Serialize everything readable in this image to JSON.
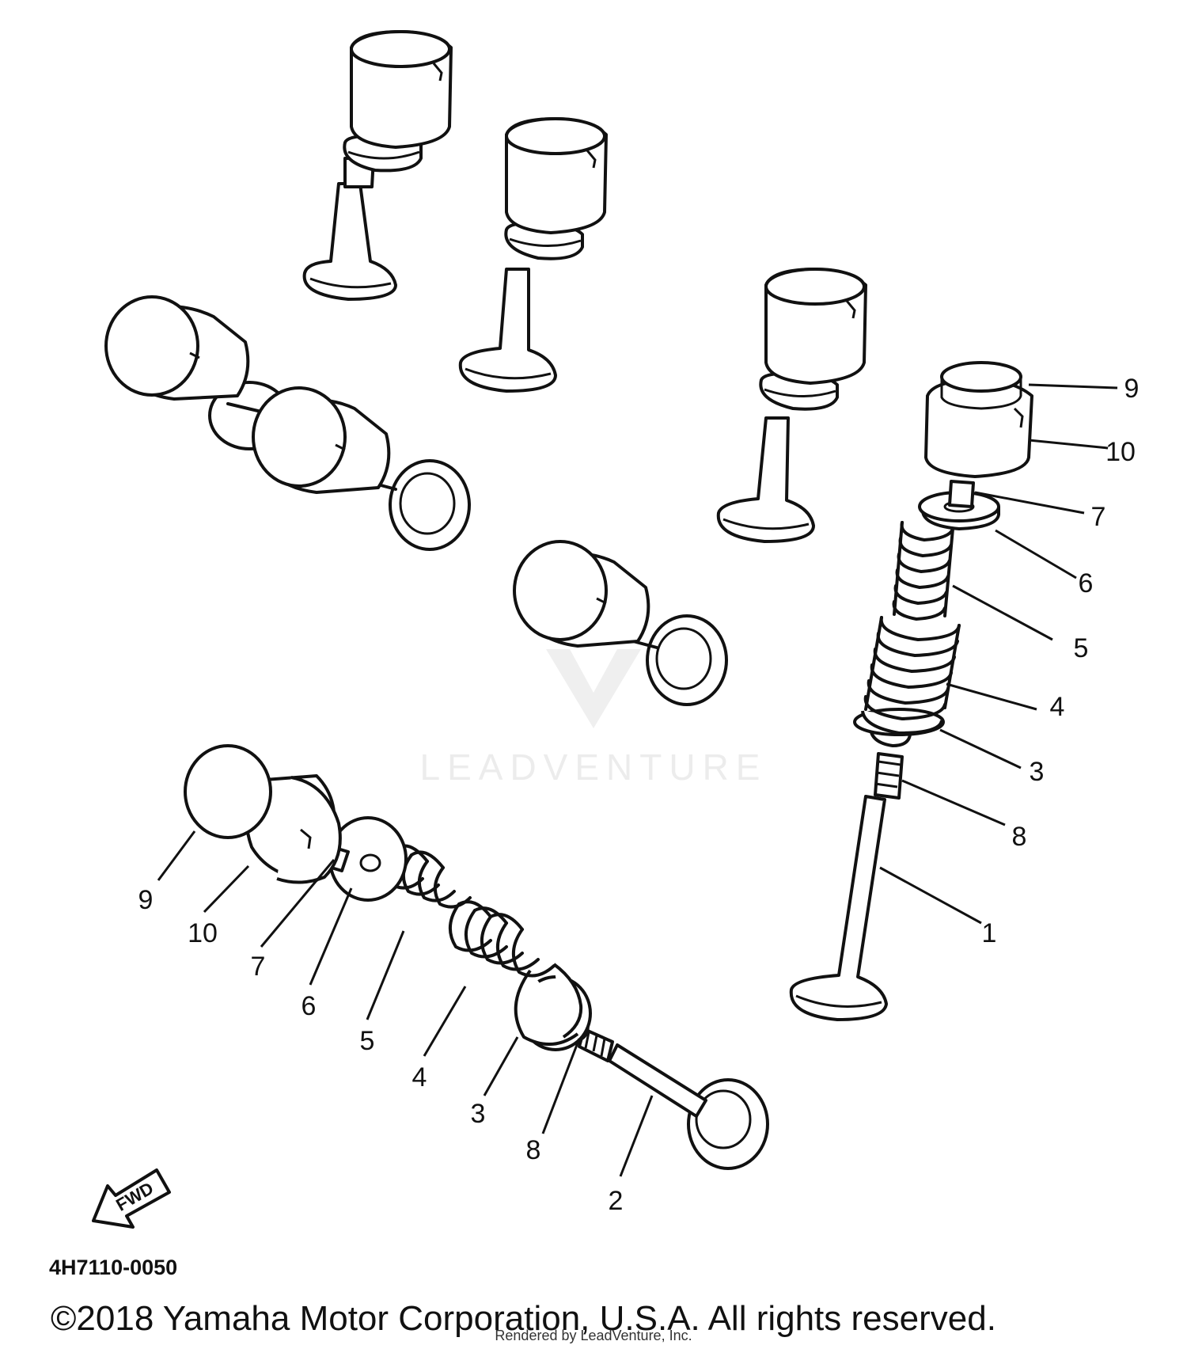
{
  "watermark": {
    "text": "LEADVENTURE",
    "logo_icon": "leadventure-logo-icon"
  },
  "diagram_code": "4H7110-0050",
  "fwd_arrow_label": "FWD",
  "copyright": "©2018 Yamaha Motor Corporation, U.S.A. All rights reserved.",
  "rendered_by": "Rendered by LeadVenture, Inc.",
  "callouts_right": [
    "9",
    "10",
    "7",
    "6",
    "5",
    "4",
    "3",
    "8",
    "1"
  ],
  "callouts_left": [
    "9",
    "10",
    "7",
    "6",
    "5",
    "4",
    "3",
    "8",
    "2"
  ]
}
